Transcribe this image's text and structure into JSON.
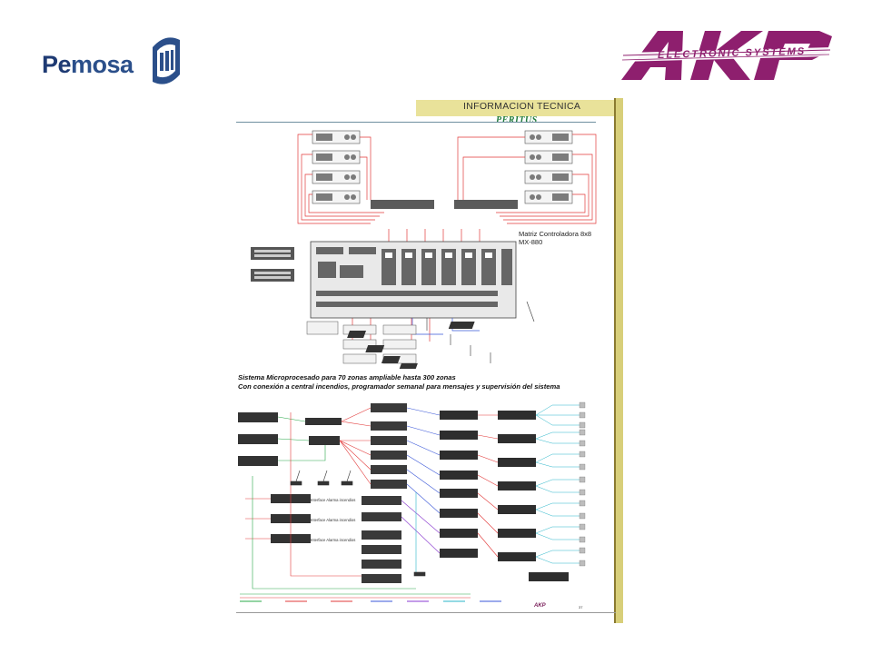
{
  "brands": {
    "pemosa_prefix": "Pe",
    "pemosa_rest": "mosa",
    "akp_letters": "AKP",
    "akp_tagline": "ELECTRONIC SYSTEMS"
  },
  "document": {
    "header_title": "INFORMACION TECNICA",
    "product_name": "PERITUS",
    "matrix_label_line1": "Matriz Controladora 8x8",
    "matrix_label_line2": "MX-880",
    "caption_line1": "Sistema Microprocesado para 70 zonas ampliable hasta 300 zonas",
    "caption_line2": "Con conexión a central incendios, programador semanal para mensajes y supervisión del sistema",
    "interface_labels": [
      "Interface Alarma incendios",
      "Interface Alarma incendios",
      "Interface Alarma incendios"
    ],
    "page_number": "37",
    "footer_brand": "AKP"
  },
  "colors": {
    "pemosa_blue": "#2b4f8a",
    "akp_magenta": "#8e1f6e",
    "header_yellow": "#e9e29a",
    "peritus_green": "#1f7a3a",
    "wire_red": "#e23a3a",
    "wire_blue": "#3a57d8",
    "wire_green": "#2aa84a",
    "wire_cyan": "#29b6c9",
    "wire_purple": "#8a3ad0"
  }
}
